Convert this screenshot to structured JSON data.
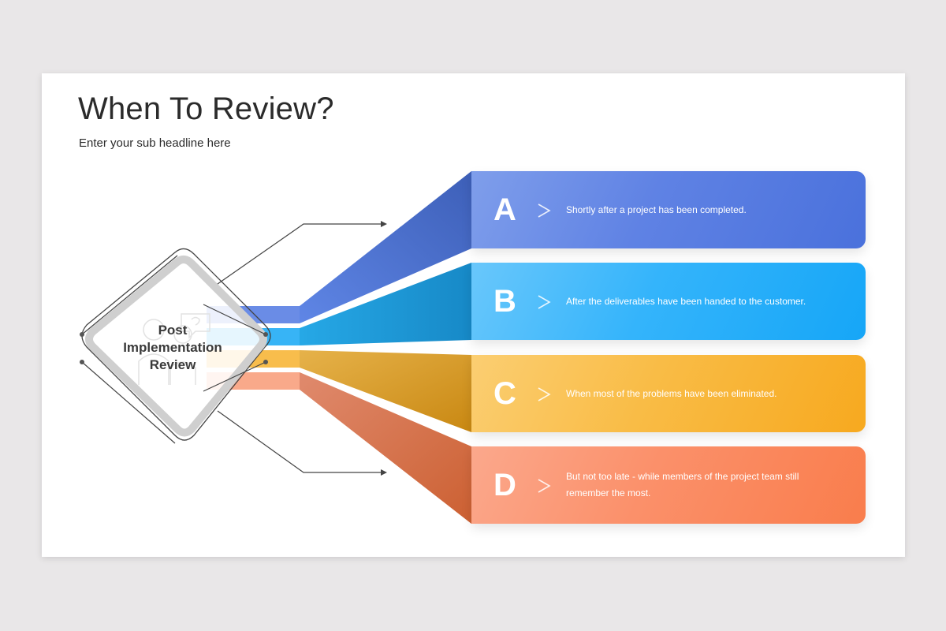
{
  "title": "When To Review?",
  "subtitle": "Enter your sub headline here",
  "center": {
    "line1": "Post",
    "line2": "Implementation",
    "line3": "Review",
    "icon": "people-question-icon"
  },
  "items": [
    {
      "letter": "A",
      "text": "Shortly after a project has been completed.",
      "color": "#5a7ee2"
    },
    {
      "letter": "B",
      "text": "After the deliverables have been handed to the customer.",
      "color": "#2cb0f9"
    },
    {
      "letter": "C",
      "text": "When most of the problems have been eliminated.",
      "color": "#f8b73b"
    },
    {
      "letter": "D",
      "text": "But not too late - while members of the project team still remember the most.",
      "color": "#fa8c63"
    }
  ],
  "chevron_icon": "chevron-right-icon"
}
